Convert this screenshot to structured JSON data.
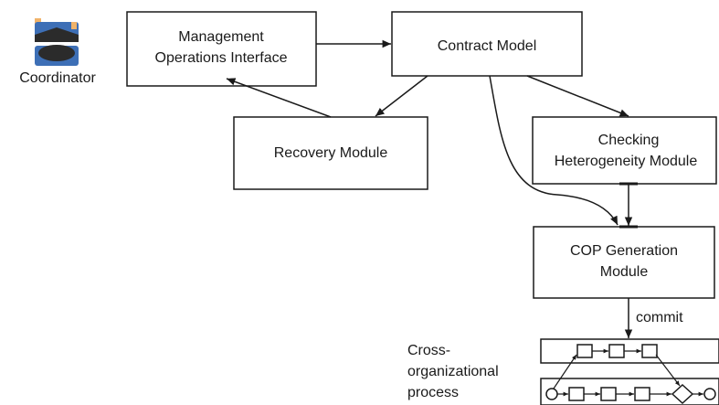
{
  "actor": {
    "name": "Coordinator",
    "icon": "coordinator-person-icon"
  },
  "boxes": {
    "management": [
      "Management",
      "Operations Interface"
    ],
    "contract": [
      "Contract Model"
    ],
    "recovery": [
      "Recovery Module"
    ],
    "checking": [
      "Checking",
      "Heterogeneity Module"
    ],
    "cop": [
      "COP Generation",
      "Module"
    ]
  },
  "edge_labels": {
    "commit": "commit"
  },
  "process_label": [
    "Cross-",
    "organizational",
    "process"
  ],
  "colors": {
    "stroke": "#1a1a1a",
    "actor_blue": "#3d6fb6",
    "actor_dark": "#2b2b2b",
    "actor_skin": "#f0b36a"
  }
}
